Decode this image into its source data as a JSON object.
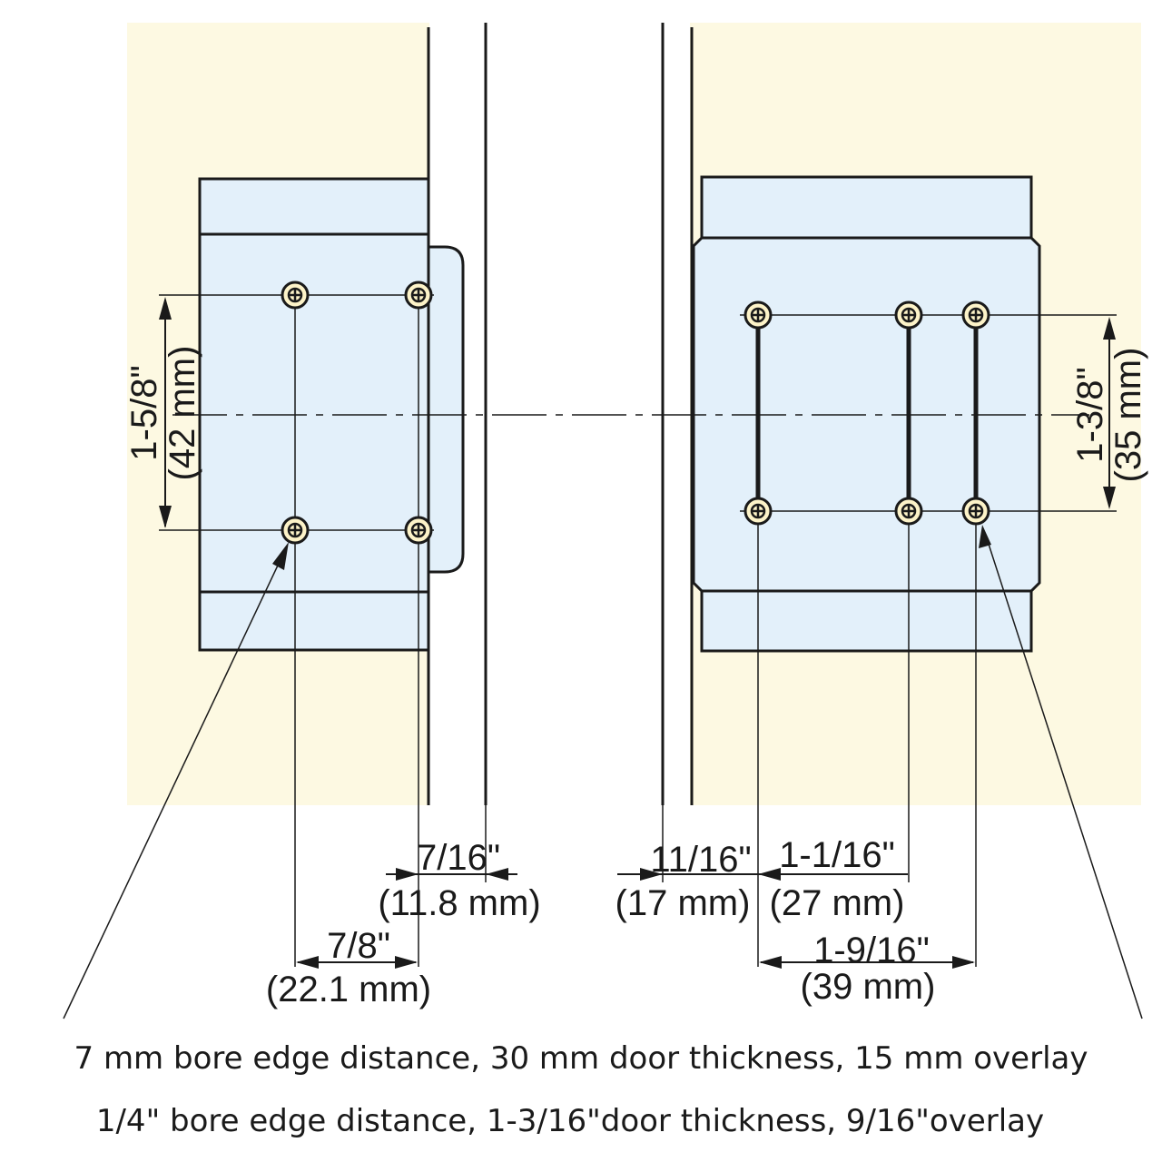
{
  "diagram": {
    "colors": {
      "cabinet": "#fdf9e2",
      "plate": "#e3f0fa",
      "line": "#1a1a1a"
    },
    "left_dims": {
      "vertical_in": "1-5/8\"",
      "vertical_mm": "(42 mm)",
      "edge_in": "7/16\"",
      "edge_mm": "(11.8 mm)",
      "spacing_in": "7/8\"",
      "spacing_mm": "(22.1 mm)"
    },
    "right_dims": {
      "vertical_in": "1-3/8\"",
      "vertical_mm": "(35 mm)",
      "overlay_in": "11/16\"",
      "overlay_mm": "(17 mm)",
      "near_in": "1-1/16\"",
      "near_mm": "(27 mm)",
      "far_in": "1-9/16\"",
      "far_mm": "(39 mm)"
    },
    "captions": {
      "metric": "7 mm bore edge distance, 30 mm door thickness, 15 mm overlay",
      "imperial": "1/4\" bore edge distance, 1-3/16\"door thickness, 9/16\"overlay"
    }
  }
}
